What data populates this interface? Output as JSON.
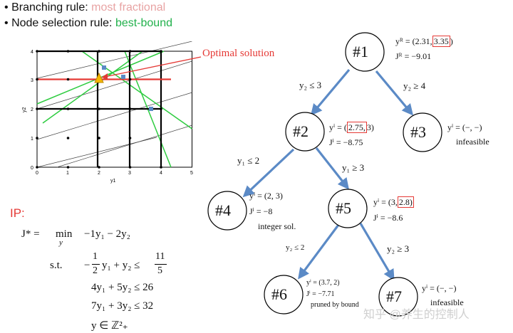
{
  "header": {
    "bullet_char": "•",
    "branching_label": "Branching rule:",
    "branching_value": "most fractional",
    "branching_color": "#e8a3a3",
    "selection_label": "Node selection rule:",
    "selection_value": "best-bound",
    "selection_color": "#22b14c"
  },
  "plot": {
    "annotation": "Optimal solution",
    "ylabel": "y2",
    "xlabel": "y1",
    "x_ticks": [
      "0",
      "1",
      "2",
      "3",
      "4",
      "5"
    ],
    "y_ticks": [
      "0",
      "1",
      "2",
      "3",
      "4"
    ]
  },
  "ip": {
    "title": "IP:",
    "objective_lhs": "J* =",
    "min_word": "min",
    "min_sub": "y",
    "objective": "−1y₁ − 2y₂",
    "st_word": "s.t.",
    "c1_lhs": "−",
    "c1_frac_num": "1",
    "c1_frac_den": "2",
    "c1_rest": "y₁ + y₂ ≤",
    "c1_rhs_num": "11",
    "c1_rhs_den": "5",
    "c2": "4y₁ + 5y₂ ≤ 26",
    "c3": "7y₁ + 3y₂ ≤ 32",
    "c4": "y ∈ ℤ²₊"
  },
  "tree": {
    "nodes": {
      "n1": "#1",
      "n2": "#2",
      "n3": "#3",
      "n4": "#4",
      "n5": "#5",
      "n6": "#6",
      "n7": "#7"
    },
    "edges": {
      "e12": "y₂ ≤ 3",
      "e13": "y₂ ≥ 4",
      "e24": "y₁ ≤ 2",
      "e25": "y₁ ≥ 3",
      "e56": "y₂ ≤ 2",
      "e57": "y₂ ≥ 3"
    },
    "ann1_y_pre": "yᴿ = (2.31,",
    "ann1_y_box": "3.35",
    "ann1_y_post": ")",
    "ann1_j": "Jᴿ = −9.01",
    "ann2_y_pre": "yⁱ = (",
    "ann2_y_box": "2.75,",
    "ann2_y_post": "3)",
    "ann2_j": "Jⁱ = −8.75",
    "ann3_y": "yⁱ = (−, −)",
    "ann3_note": "infeasible",
    "ann4_y": "yⁱ = (2, 3)",
    "ann4_j": "Jⁱ = −8",
    "ann4_note": "integer sol.",
    "ann5_y_pre": "yⁱ = (3,",
    "ann5_y_box": "2.8)",
    "ann5_j": "Jⁱ = −8.6",
    "ann6_y": "yⁱ = (3.7, 2)",
    "ann6_j": "Jⁱ = −7.71",
    "ann6_note": "pruned by bound",
    "ann7_y": "yⁱ = (−, −)",
    "ann7_note": "infeasible"
  },
  "watermark": "知乎 @养生的控制人",
  "colors": {
    "edge": "#5b8ac6",
    "highlight": "#e53935",
    "constraint": "#2ecc40"
  }
}
